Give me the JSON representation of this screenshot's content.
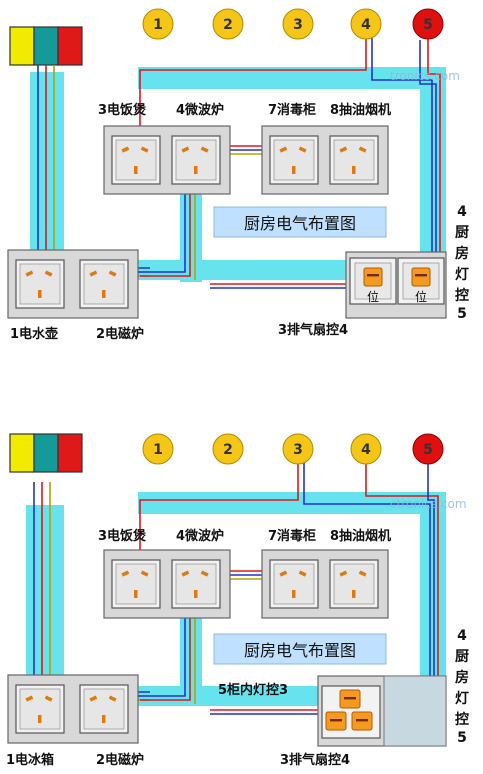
{
  "top": {
    "title": "厨房电气布置图",
    "circuits": [
      "1",
      "2",
      "3",
      "4",
      "5"
    ],
    "circuit_colors": [
      "#f5c518",
      "#f5c518",
      "#f5c518",
      "#f5c518",
      "#e01010"
    ],
    "wire_colors": [
      "#f2ea00",
      "#159a9a",
      "#e01818"
    ],
    "outlets": {
      "rice_cooker": "3电饭煲",
      "microwave": "4微波炉",
      "disinfection_cabinet": "7消毒柜",
      "range_hood": "8抽油烟机",
      "kettle": "1电水壶",
      "induction_cooker": "2电磁炉",
      "exhaust_fan_switch": "3排气扇控4"
    },
    "switch_mark": "位",
    "light_label": [
      "4",
      "厨",
      "房",
      "灯",
      "控",
      "5"
    ],
    "watermark": "tronics.com"
  },
  "bottom": {
    "title": "厨房电气布置图",
    "circuits": [
      "1",
      "2",
      "3",
      "4",
      "5"
    ],
    "circuit_colors": [
      "#f5c518",
      "#f5c518",
      "#f5c518",
      "#f5c518",
      "#e01010"
    ],
    "wire_colors": [
      "#f2ea00",
      "#159a9a",
      "#e01818"
    ],
    "outlets": {
      "rice_cooker": "3电饭煲",
      "microwave": "4微波炉",
      "disinfection_cabinet": "7消毒柜",
      "range_hood": "8抽油烟机",
      "refrigerator": "1电冰箱",
      "induction_cooker": "2电磁炉",
      "cabinet_light_switch": "5柜内灯控3",
      "exhaust_fan_switch": "3排气扇控4"
    },
    "light_label": [
      "4",
      "厨",
      "房",
      "灯",
      "控",
      "5"
    ],
    "watermark": "ctronics.com"
  }
}
